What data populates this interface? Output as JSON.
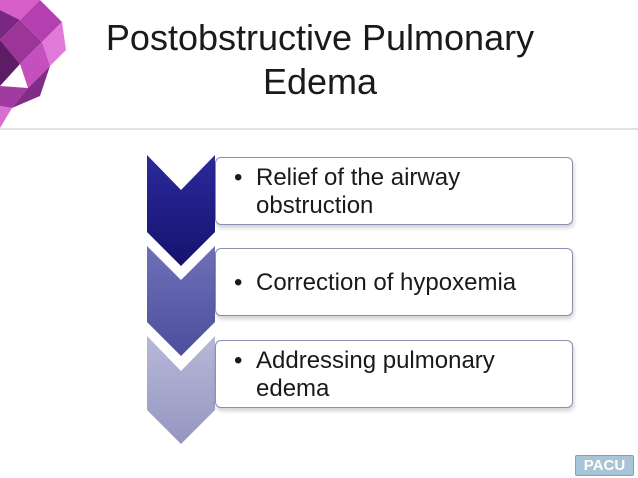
{
  "slide": {
    "title_line1": "Postobstructive Pulmonary",
    "title_line2": "Edema",
    "steps": [
      {
        "text": "Relief of the airway obstruction",
        "line1": "Relief of the airway",
        "line2": "obstruction",
        "color": "#1f1d8a"
      },
      {
        "text": "Correction of hypoxemia",
        "line1": "Correction of hypoxemia",
        "line2": "",
        "color": "#5e5fab"
      },
      {
        "text": "Addressing pulmonary edema",
        "line1": "Addressing pulmonary",
        "line2": "edema",
        "color": "#a7a8cc"
      }
    ],
    "bullet_symbol": "•",
    "badge": "PACU"
  },
  "colors": {
    "accent_purple": "#8b2c8f",
    "accent_pink": "#c83fbf",
    "badge_bg": "#a9c4d6"
  }
}
